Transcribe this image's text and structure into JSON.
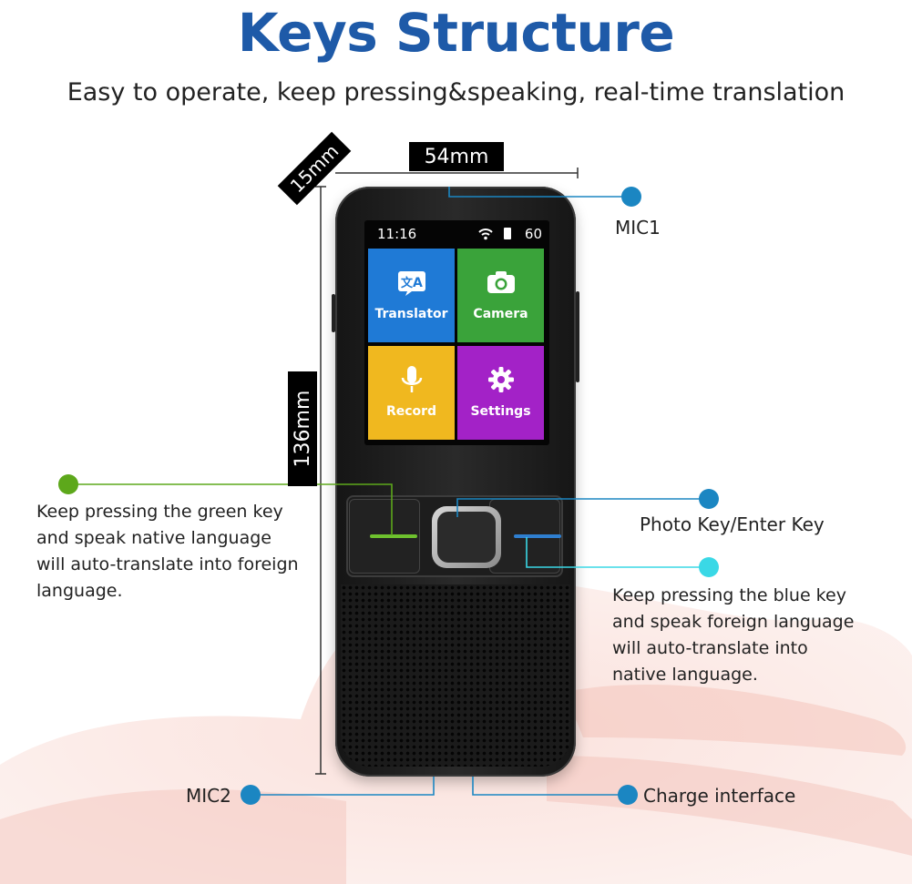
{
  "title": "Keys Structure",
  "subtitle": "Easy to operate, keep pressing&speaking, real-time translation",
  "dimensions": {
    "width": "54mm",
    "depth": "15mm",
    "height": "136mm"
  },
  "labels": {
    "mic1": "MIC1",
    "mic2": "MIC2",
    "photo_key": "Photo Key/Enter Key",
    "charge": "Charge interface"
  },
  "green_key_text": {
    "line1": "Keep pressing the green key",
    "line2": "and speak native language",
    "line3": "will auto-translate into foreign",
    "line4": "language."
  },
  "blue_key_text": {
    "line1": "Keep pressing  the blue key",
    "line2": "and speak foreign language",
    "line3": "will auto-translate into",
    "line4": "native language."
  },
  "device": {
    "status": {
      "time": "11:16",
      "battery": "60"
    },
    "tiles": [
      {
        "label": "Translator",
        "color": "#1f7ad6",
        "icon": "translate-icon"
      },
      {
        "label": "Camera",
        "color": "#3aa33a",
        "icon": "camera-icon"
      },
      {
        "label": "Record",
        "color": "#f0b81f",
        "icon": "microphone-icon"
      },
      {
        "label": "Settings",
        "color": "#a322c7",
        "icon": "gear-icon"
      }
    ]
  },
  "colors": {
    "title": "#1e5aa8",
    "callout_blue": "#1b86c2",
    "callout_green": "#5da81b",
    "callout_cyan": "#3ad8e6"
  }
}
